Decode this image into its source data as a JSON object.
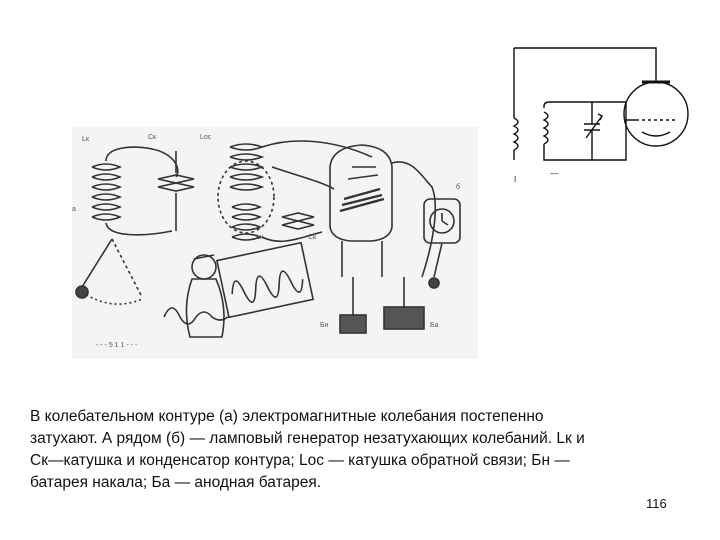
{
  "caption": {
    "lines": [
      "В колебательном контуре (а) электромагнитные колебания постепенно",
      "затухают. А рядом (б) — ламповый генератор незатухающих колебаний. Lк и",
      "Ск—катушка и конденсатор контура; Lос — катушка обратной связи; Бн —",
      "батарея накала; Ба — анодная батарея."
    ]
  },
  "page_number": "116",
  "figure_labels": {
    "lk": "Lк",
    "ck": "Ск",
    "loc": "Lос",
    "ck2": "Ск",
    "lk2": "Lк",
    "bn": "Бн",
    "ba": "Ба",
    "a": "а",
    "b": "б",
    "bottom": "- - - 5 1 1 - - -"
  },
  "schematic_labels": {
    "mark": "I",
    "dash": "—"
  }
}
